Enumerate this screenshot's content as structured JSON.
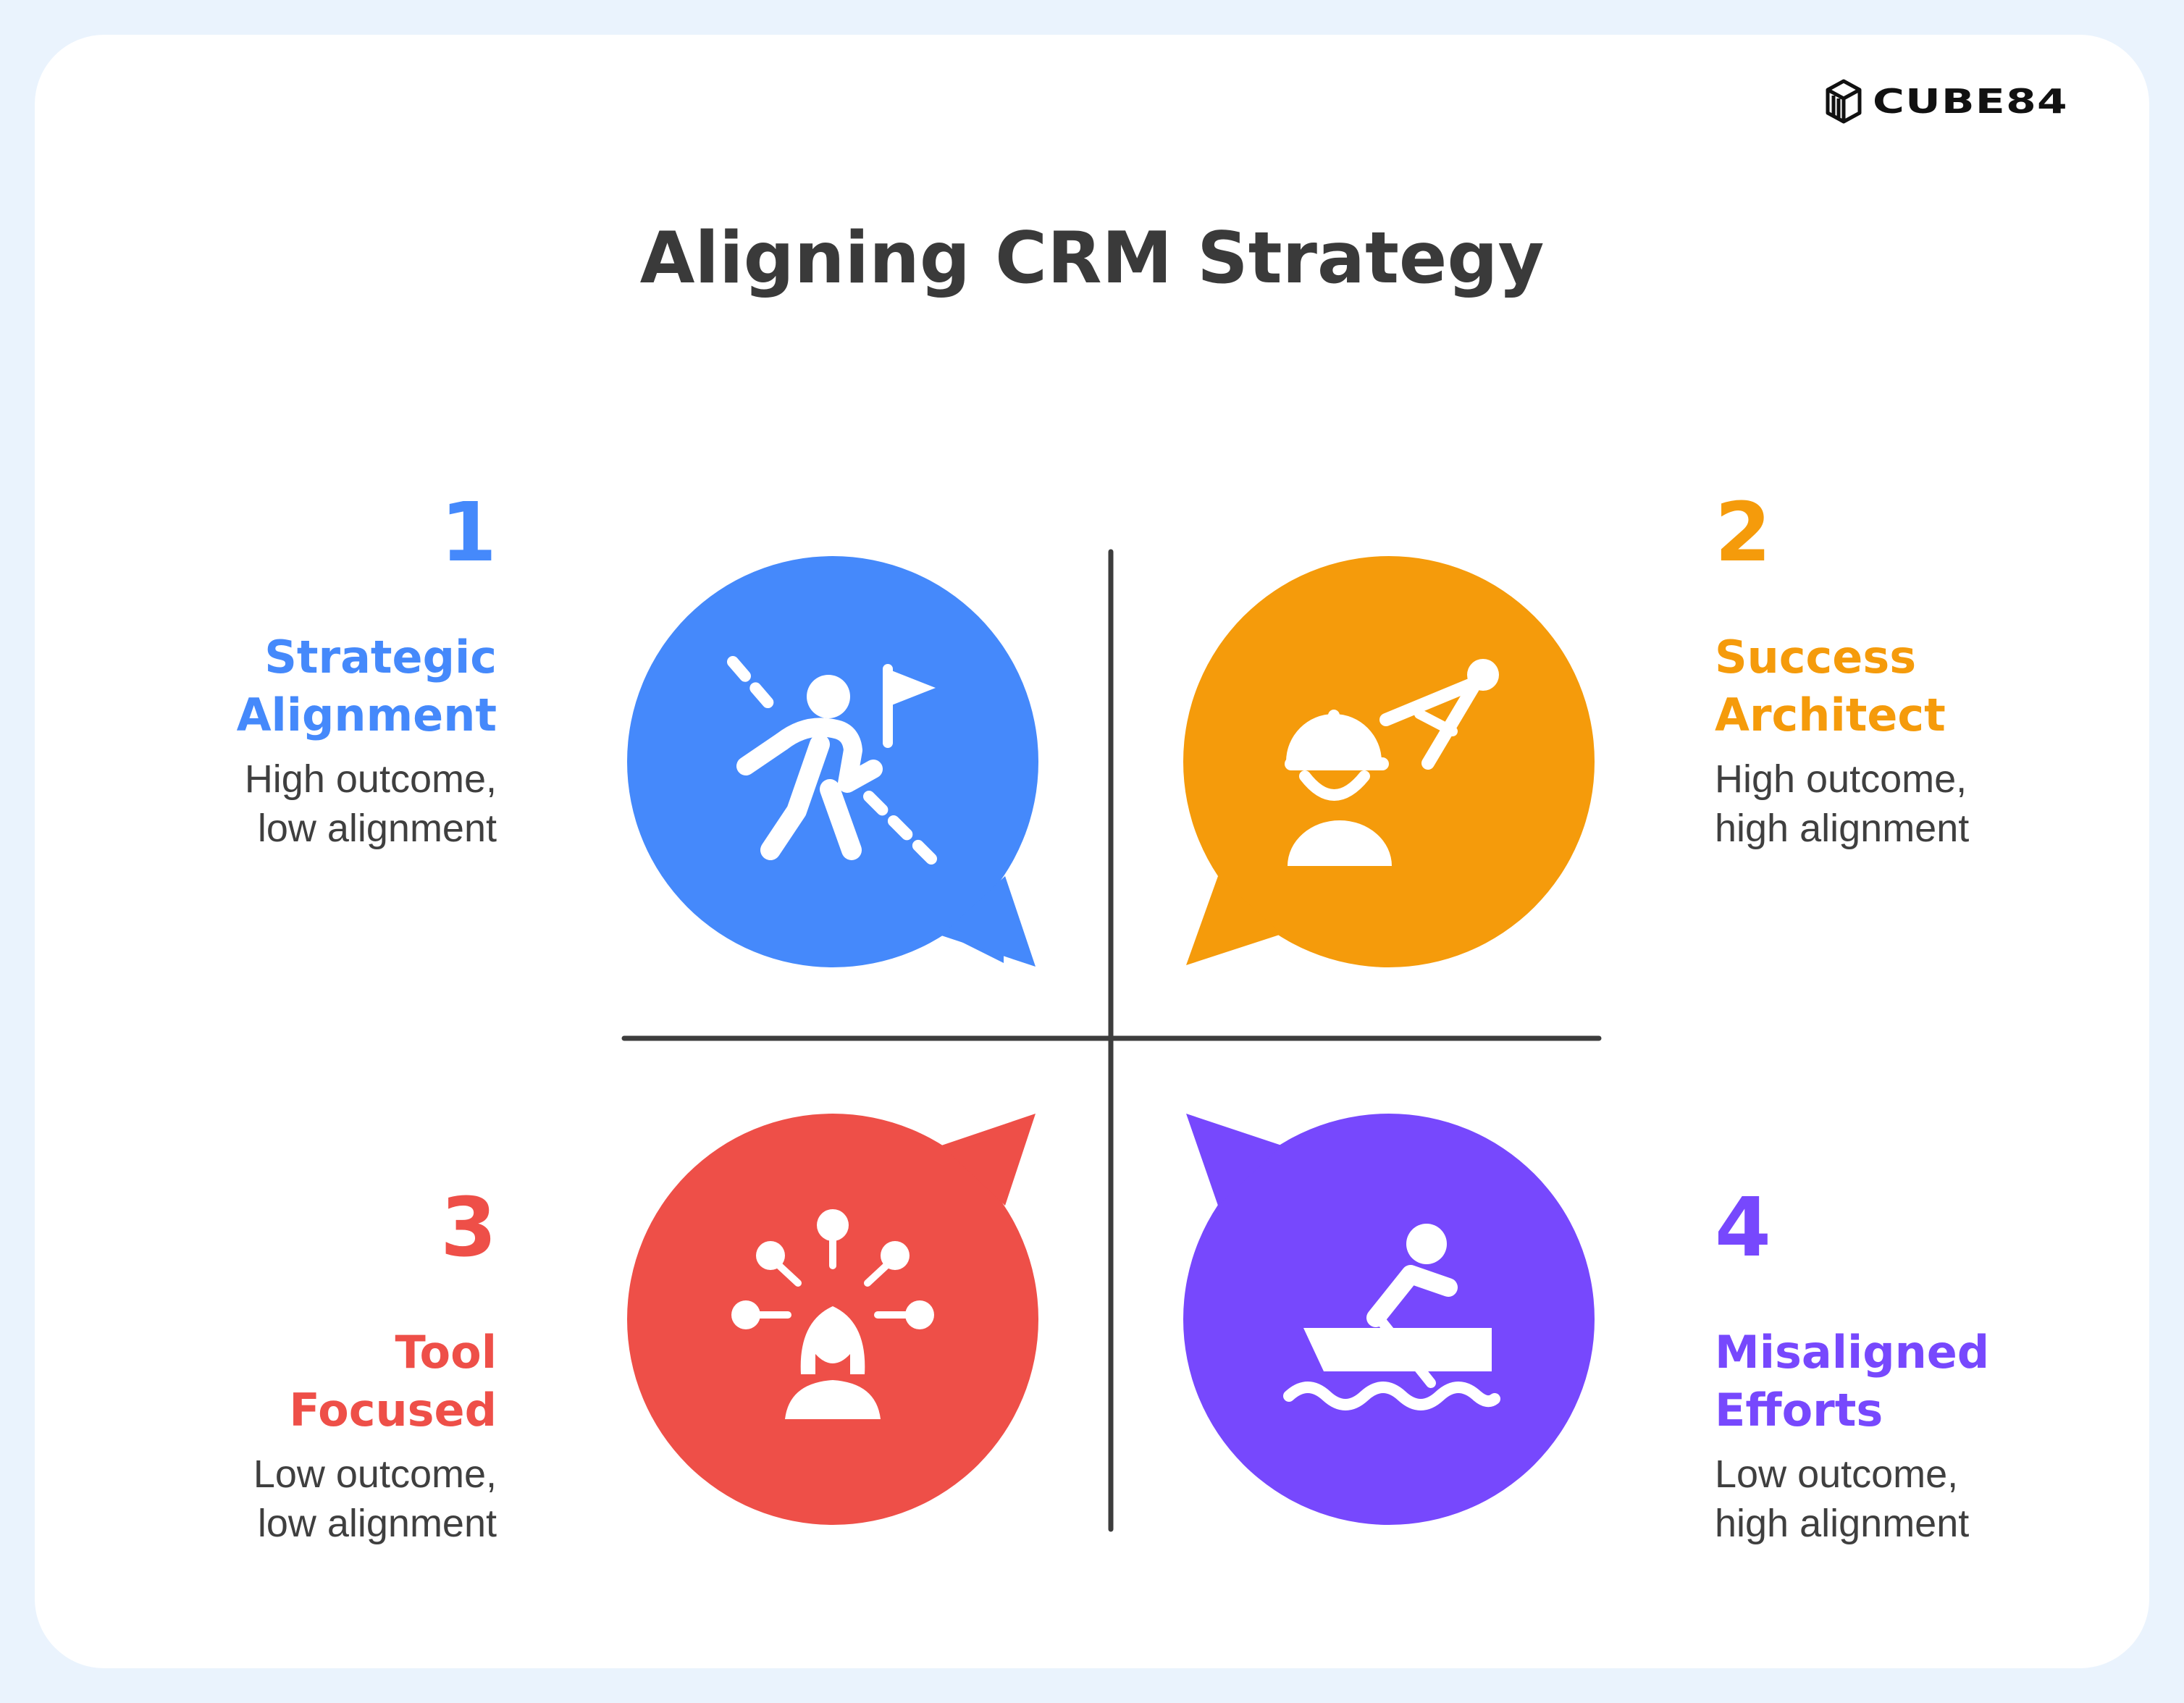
{
  "brand": {
    "name": "CUBE84",
    "icon": "cube-lines-icon"
  },
  "title": "Aligning CRM Strategy",
  "quadrants": [
    {
      "number": "1",
      "label_line1": "Strategic",
      "label_line2": "Alignment",
      "desc_line1": "High outcome,",
      "desc_line2": "low alignment",
      "color": "#4589fb",
      "icon": "person-walking-to-flag-icon"
    },
    {
      "number": "2",
      "label_line1": "Success",
      "label_line2": "Architect",
      "desc_line1": "High outcome,",
      "desc_line2": "high alignment",
      "color": "#f59b0b",
      "icon": "engineer-with-compass-icon"
    },
    {
      "number": "3",
      "label_line1": "Tool",
      "label_line2": "Focused",
      "desc_line1": "Low outcome,",
      "desc_line2": "low alignment",
      "color": "#ee4f48",
      "icon": "person-with-connections-icon"
    },
    {
      "number": "4",
      "label_line1": "Misaligned",
      "label_line2": "Efforts",
      "desc_line1": "Low outcome,",
      "desc_line2": "high alignment",
      "color": "#7748fd",
      "icon": "person-rowing-boat-icon"
    }
  ],
  "axis_color": "#3d3d3d"
}
